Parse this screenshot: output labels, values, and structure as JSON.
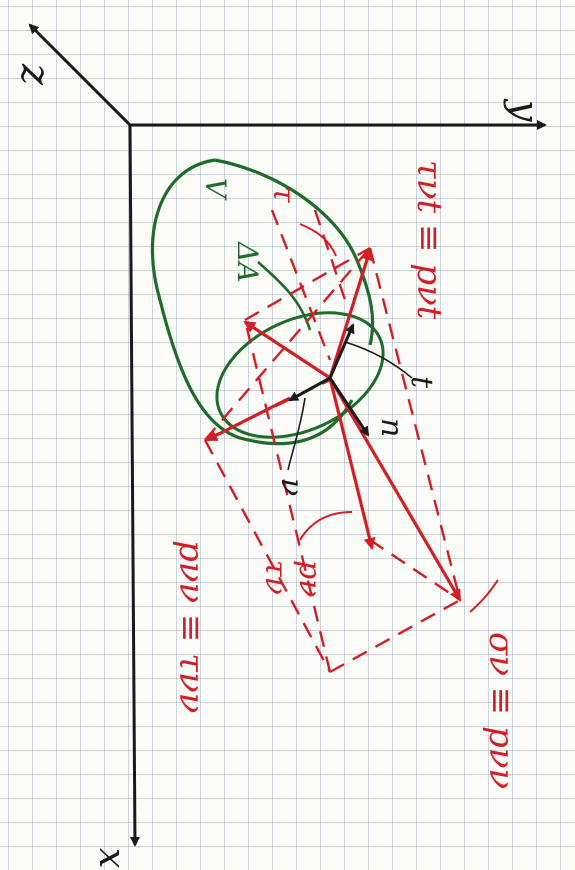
{
  "colors": {
    "axes": "#1a1a1a",
    "surface": "#1f6b2a",
    "stress": "#d21f26",
    "vectors": "#1a1a1a",
    "paper": "#fbfbf8",
    "grid": "#9aa8bb"
  },
  "axes": {
    "x_label": "x",
    "y_label": "y",
    "z_label": "z"
  },
  "surface": {
    "volume_label": "V",
    "area_label": "ΔA"
  },
  "vectors": {
    "n_label": "n",
    "t_label": "t",
    "nu_label": "ν"
  },
  "stress": {
    "tau_nt_label": "τ",
    "tau_nt_eq": "τνt ≡ pνt",
    "tau_nu": "τν",
    "p_n": "pν",
    "p_nu_eq": "pνν ≡ τνν",
    "sigma_eq": "σν ≡ pνν"
  }
}
